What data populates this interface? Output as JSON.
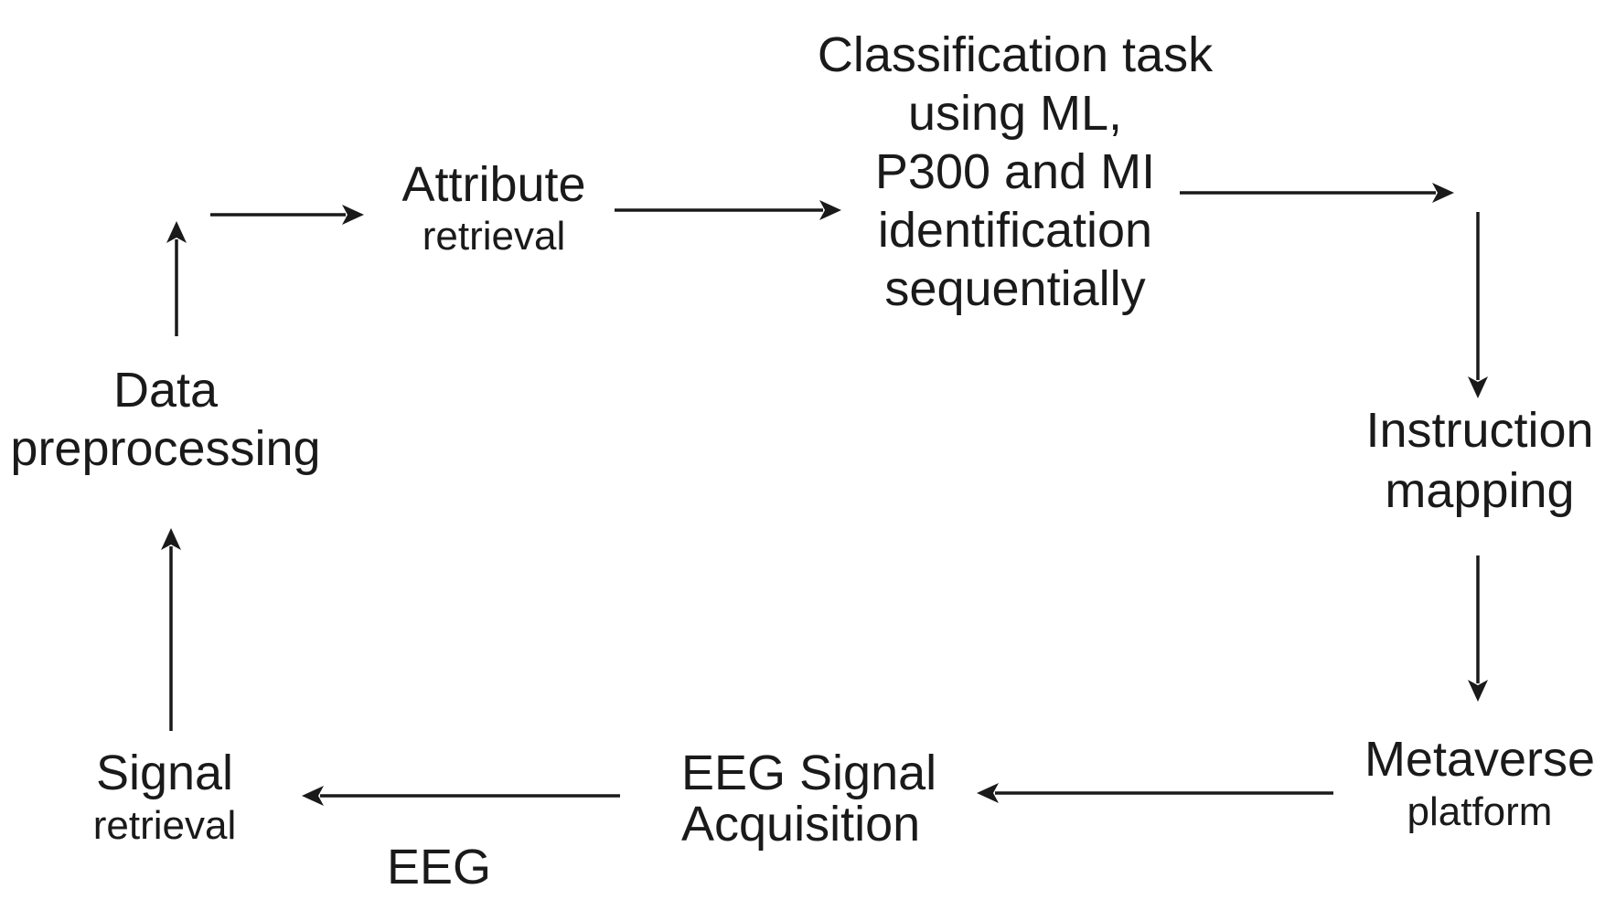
{
  "nodes": {
    "classification": {
      "lines": [
        "Classification task",
        "using ML,",
        "P300 and MI",
        "identification",
        "sequentially"
      ]
    },
    "attribute": {
      "line1": "Attribute",
      "line2": "retrieval"
    },
    "data_preprocessing": {
      "line1": "Data",
      "line2": "preprocessing"
    },
    "instruction_mapping": {
      "line1": "Instruction",
      "line2": "mapping"
    },
    "metaverse": {
      "line1": "Metaverse",
      "line2": "platform"
    },
    "eeg_acquisition": {
      "line1": "EEG Signal",
      "line2": "Acquisition"
    },
    "signal_retrieval": {
      "line1": "Signal",
      "line2": "retrieval"
    }
  },
  "labels": {
    "eeg": "EEG"
  },
  "colors": {
    "text": "#1a1a1a",
    "arrow": "#1a1a1a",
    "background": "#ffffff"
  }
}
